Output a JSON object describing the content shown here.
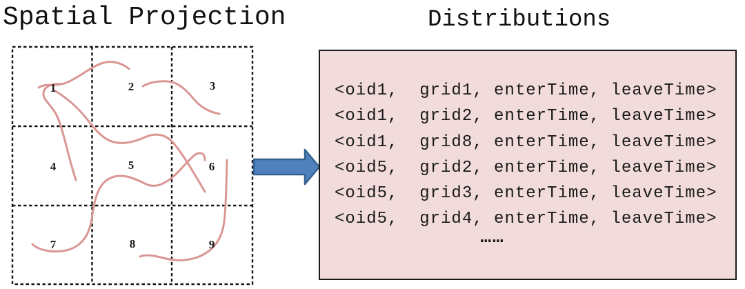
{
  "left_panel": {
    "title": "Spatial Projection",
    "grid_cells": [
      "1",
      "2",
      "3",
      "4",
      "5",
      "6",
      "7",
      "8",
      "9"
    ]
  },
  "right_panel": {
    "title": "Distributions",
    "tuples": [
      "<oid1,  grid1, enterTime, leaveTime>",
      "<oid1,  grid2, enterTime, leaveTime>",
      "<oid1,  grid8, enterTime, leaveTime>",
      "<oid5,  grid2, enterTime, leaveTime>",
      "<oid5,  grid3, enterTime, leaveTime>",
      "<oid5,  grid4, enterTime, leaveTime>"
    ],
    "ellipsis": "……"
  },
  "colors": {
    "grid_line": "#151515",
    "trajectory": "#d99694",
    "arrow_fill": "#4f81bd",
    "arrow_border": "#36618f",
    "box_fill": "#f2dcdb",
    "box_border": "#1a1a1a",
    "text": "#1a1a1a"
  }
}
